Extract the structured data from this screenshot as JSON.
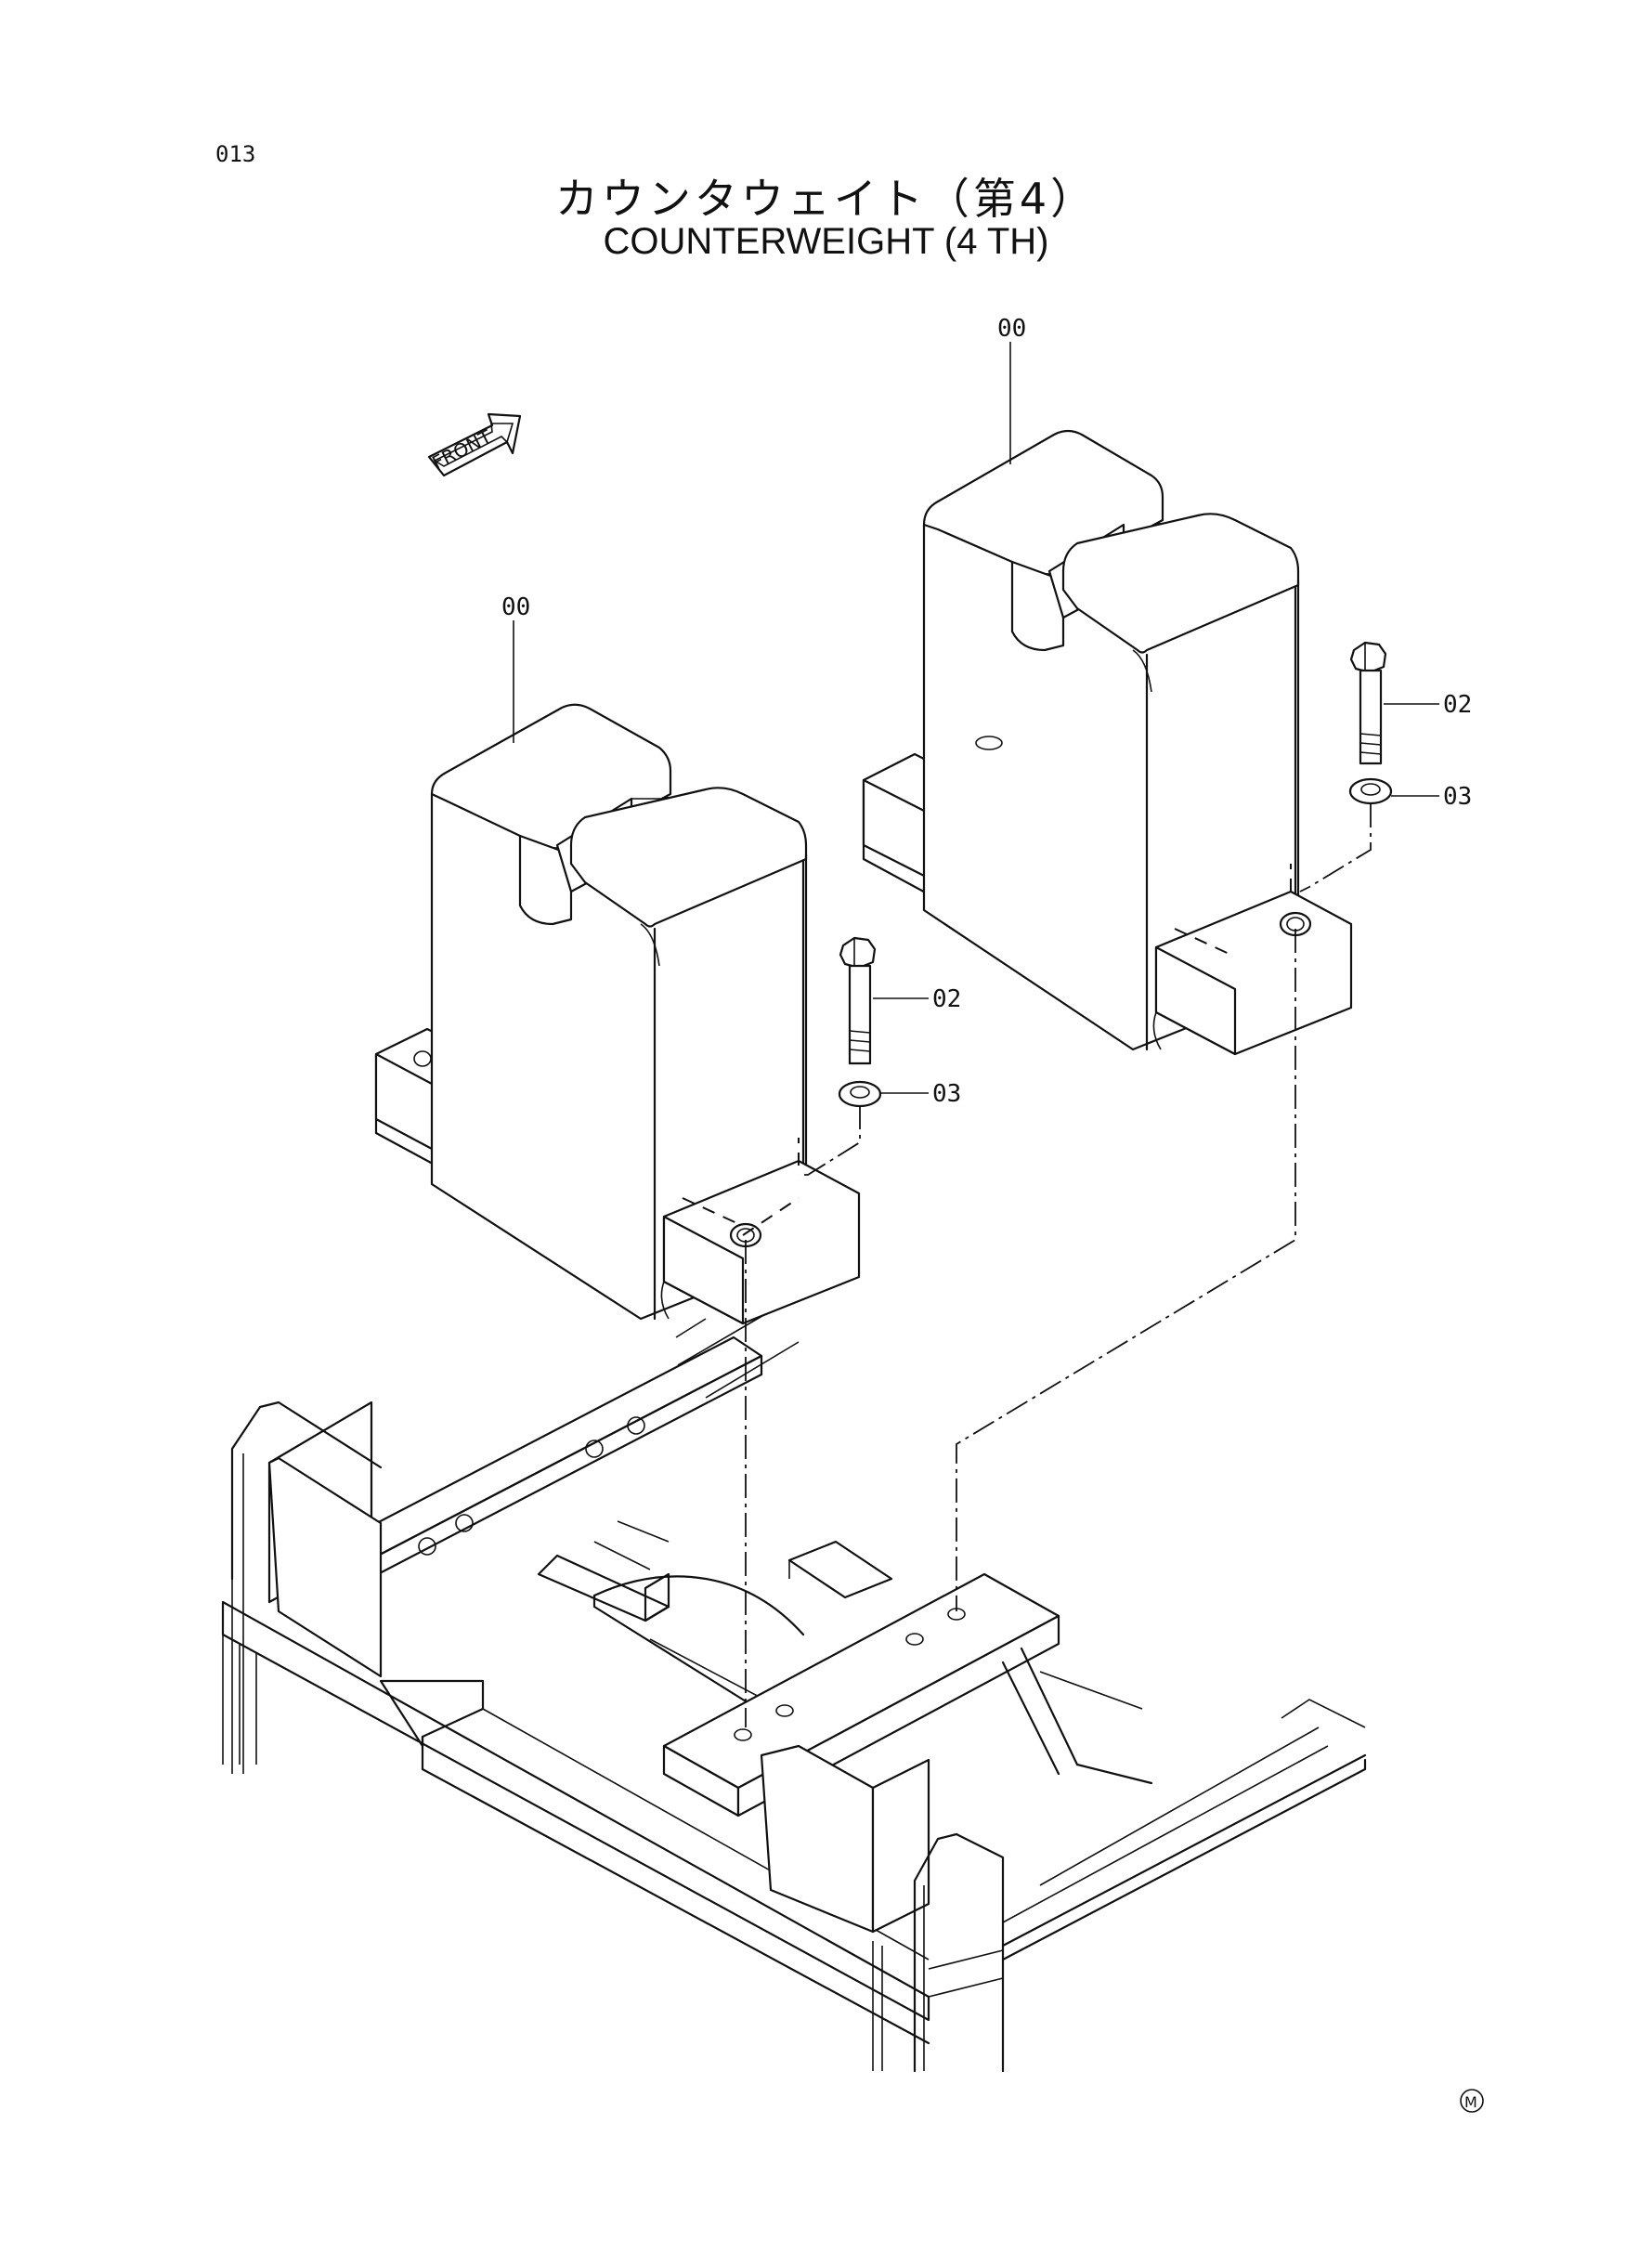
{
  "header": {
    "page_number": "013",
    "title_jp": "カウンタウェイト（第4）",
    "title_en": "COUNTERWEIGHT  (4 TH)"
  },
  "front_arrow": {
    "label": "FRONT"
  },
  "callouts": {
    "weight_left": "00",
    "weight_right": "00",
    "bolt_left": "02",
    "washer_left": "03",
    "bolt_right": "02",
    "washer_right": "03"
  },
  "footer": {
    "mark": "M"
  }
}
